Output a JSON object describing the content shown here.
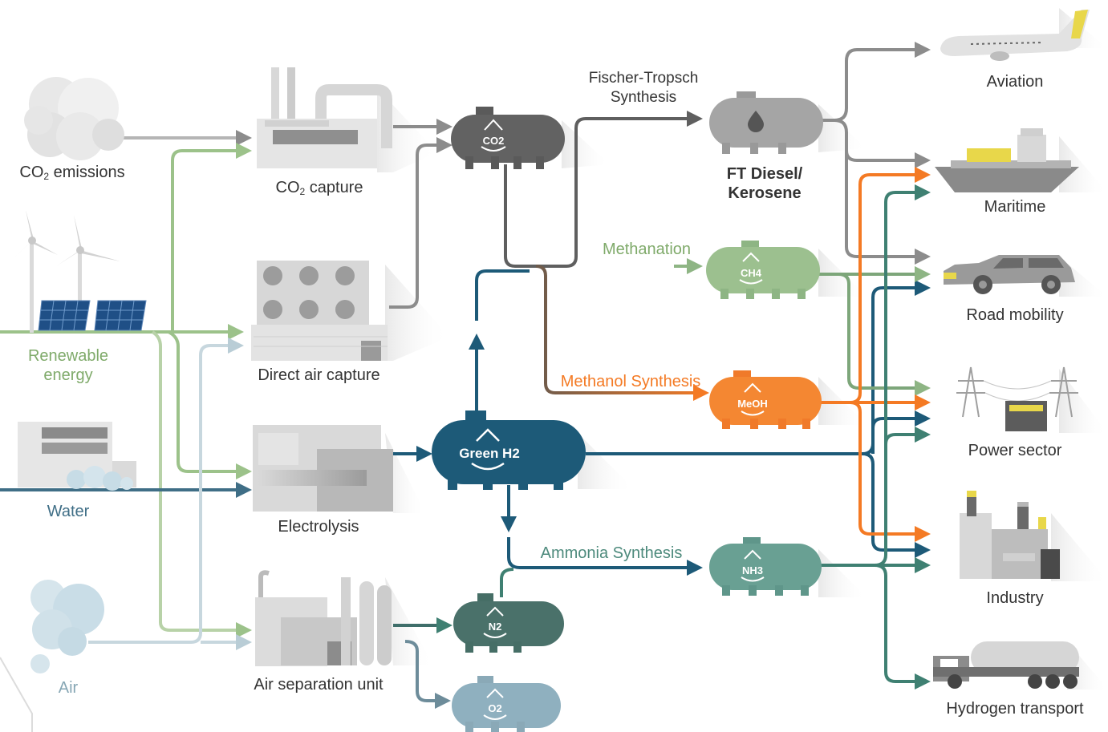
{
  "sources": {
    "co2_emissions": {
      "prefix": "CO",
      "sub": "2",
      "suffix": " emissions"
    },
    "renewable_line1": "Renewable",
    "renewable_line2": "energy",
    "water": "Water",
    "air": "Air"
  },
  "processes": {
    "co2_capture": {
      "prefix": "CO",
      "sub": "2",
      "suffix": " capture"
    },
    "direct_air_capture": "Direct air capture",
    "electrolysis": "Electrolysis",
    "air_separation": "Air separation unit"
  },
  "tanks": {
    "co2": "CO2",
    "green_h2": "Green H2",
    "n2": "N2",
    "o2": "O2",
    "ch4": "CH4",
    "meoh": "MeOH",
    "nh3": "NH3"
  },
  "syntheses": {
    "fischer_line1": "Fischer-Tropsch",
    "fischer_line2": "Synthesis",
    "methanation": "Methanation",
    "methanol": "Methanol Synthesis",
    "ammonia": "Ammonia Synthesis"
  },
  "products": {
    "ft_line1": "FT Diesel/",
    "ft_line2": "Kerosene"
  },
  "sectors": {
    "aviation": "Aviation",
    "maritime": "Maritime",
    "road": "Road mobility",
    "power": "Power sector",
    "industry": "Industry",
    "hydrogen_transport": "Hydrogen transport"
  },
  "colors": {
    "gray_flow": "#8c8c8c",
    "dark_flow": "#5a5a5a",
    "green_flow": "#9cc28a",
    "water_flow": "#3f6e86",
    "air_flow": "#b9cdd6",
    "h2_blue": "#1d5a78",
    "orange": "#f47a24",
    "teal": "#3f8072",
    "methane_green": "#8eb584"
  }
}
